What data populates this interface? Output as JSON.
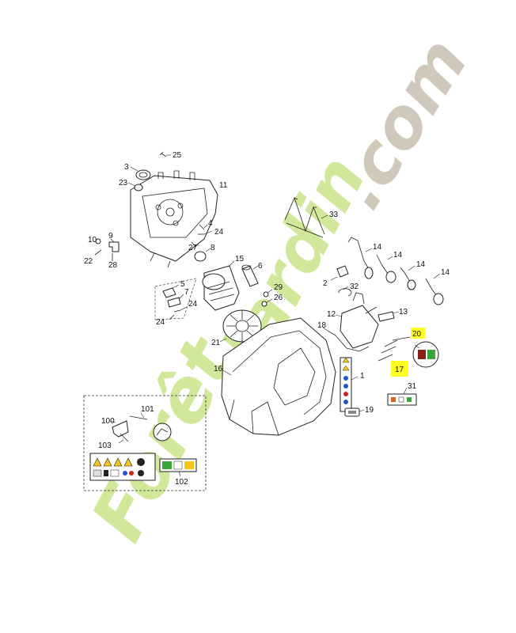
{
  "watermark": {
    "brand_left": "Forêt",
    "brand_mid": "Jardin",
    "brand_right": ".com",
    "colors": {
      "green": "#c9e48a",
      "orange": "#f6c07a",
      "gray": "#c8bfae"
    }
  },
  "callouts": {
    "c1": "1",
    "c2": "2",
    "c3": "3",
    "c4": "4",
    "c5": "5",
    "c6": "6",
    "c7": "7",
    "c8": "8",
    "c9": "9",
    "c10": "10",
    "c11": "11",
    "c12": "12",
    "c13": "13",
    "c14a": "14",
    "c14b": "14",
    "c14c": "14",
    "c14d": "14",
    "c15": "15",
    "c16": "16",
    "c17": "17",
    "c18": "18",
    "c19": "19",
    "c20": "20",
    "c21": "21",
    "c22": "22",
    "c23": "23",
    "c24a": "24",
    "c24b": "24",
    "c24c": "24",
    "c25": "25",
    "c26": "26",
    "c27": "27",
    "c28": "28",
    "c29": "29",
    "c31": "31",
    "c32": "32",
    "c33": "33",
    "c100": "100",
    "c101": "101",
    "c102": "102",
    "c103": "103"
  },
  "highlight_color": "#ffff22"
}
